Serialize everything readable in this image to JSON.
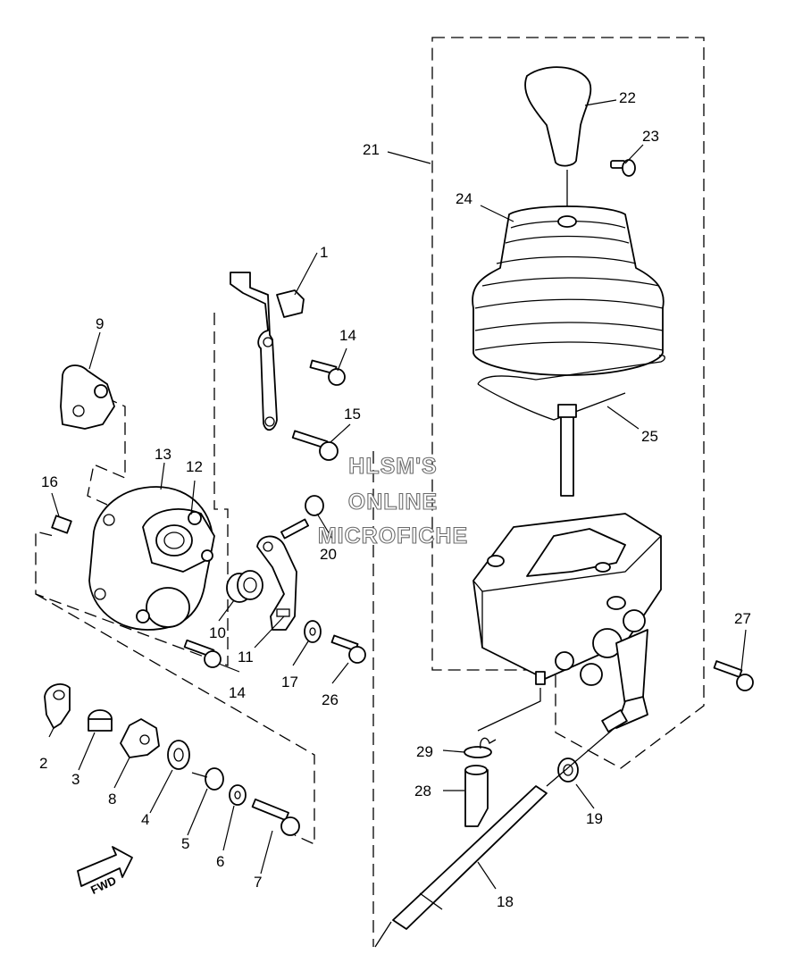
{
  "watermark": {
    "line1": "HLSM'S",
    "line2": "ONLINE",
    "line3": "MICROFICHE"
  },
  "fwd_badge": {
    "label": "FWD"
  },
  "callouts": {
    "c1": "1",
    "c2": "2",
    "c3": "3",
    "c4": "4",
    "c5": "5",
    "c6": "6",
    "c7": "7",
    "c8": "8",
    "c9": "9",
    "c10": "10",
    "c11": "11",
    "c12": "12",
    "c13": "13",
    "c14a": "14",
    "c14b": "14",
    "c15": "15",
    "c16": "16",
    "c17": "17",
    "c18": "18",
    "c19": "19",
    "c20": "20",
    "c21": "21",
    "c22": "22",
    "c23": "23",
    "c24": "24",
    "c25": "25",
    "c26": "26",
    "c27": "27",
    "c28": "28",
    "c29": "29"
  }
}
